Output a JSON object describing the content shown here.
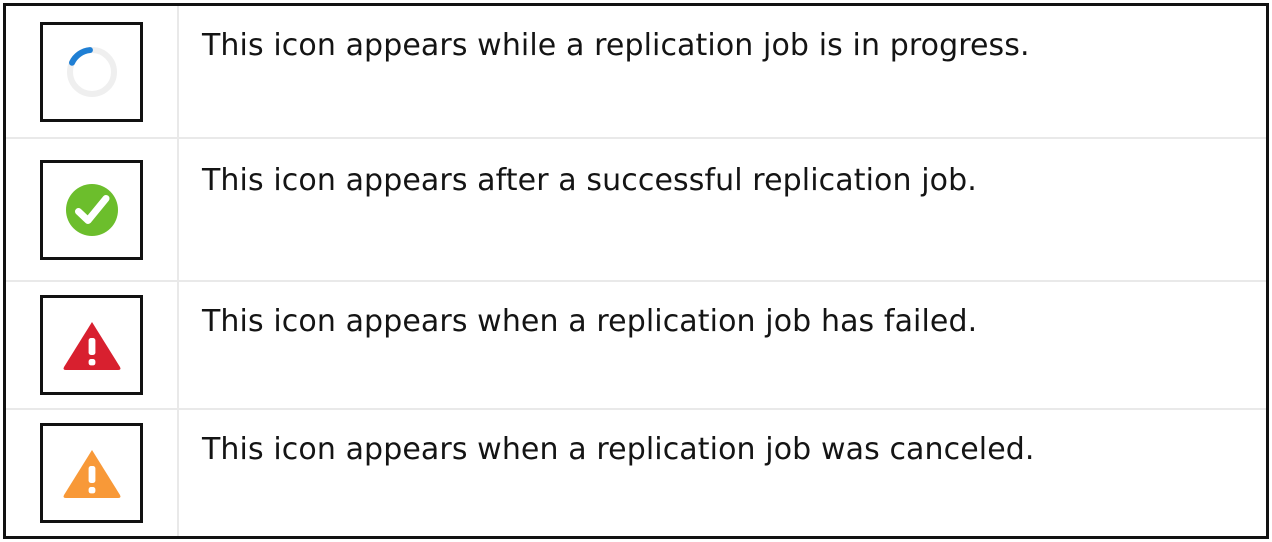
{
  "table": {
    "rows": [
      {
        "icon_name": "spinner-in-progress-icon",
        "icon_type": "spinner",
        "description": "This icon appears while a replication job is in progress."
      },
      {
        "icon_name": "success-check-circle-icon",
        "icon_type": "check-circle",
        "description": "This icon appears after a successful replication job."
      },
      {
        "icon_name": "error-warning-triangle-icon",
        "icon_type": "warning-triangle",
        "description": "This icon appears when a replication job has failed."
      },
      {
        "icon_name": "canceled-warning-triangle-icon",
        "icon_type": "warning-triangle",
        "description": "This icon appears when a replication job was canceled."
      }
    ]
  },
  "colors": {
    "spinner_arc": "#1f7fd4",
    "spinner_track": "#efefef",
    "success_green": "#6cbe2c",
    "error_red": "#d8202f",
    "canceled_orange": "#f89938",
    "icon_glyph_white": "#ffffff",
    "table_border": "#111111",
    "row_divider": "#e9e9e9",
    "text": "#141414",
    "background": "#ffffff"
  }
}
